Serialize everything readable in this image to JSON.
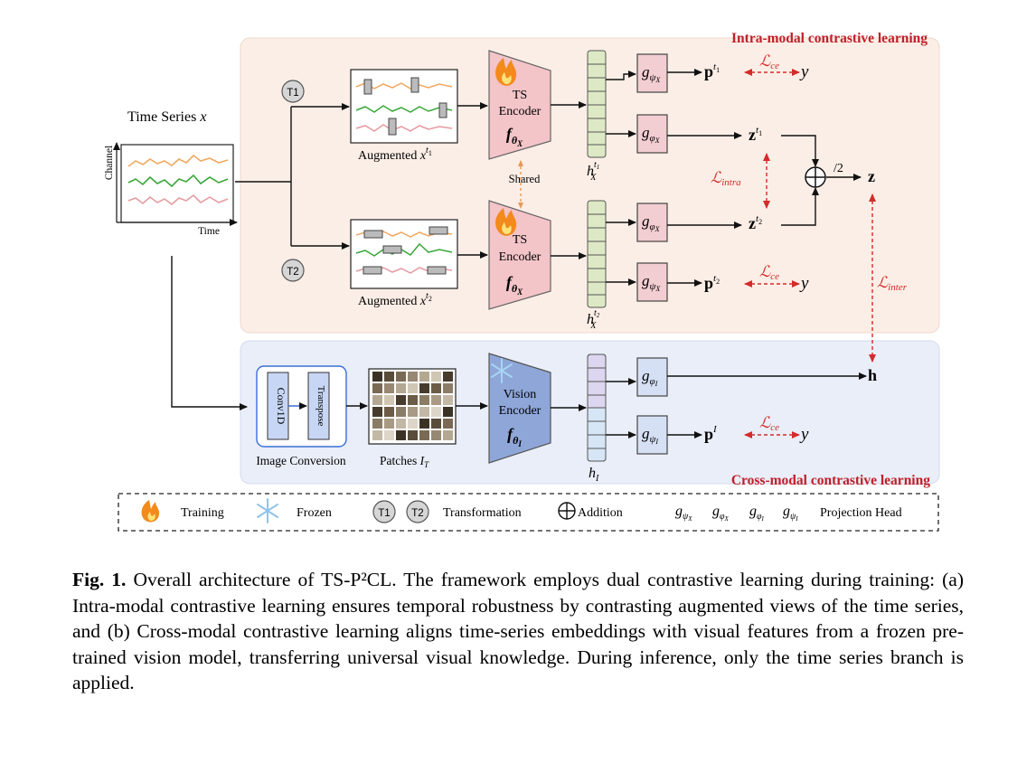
{
  "panels": {
    "intra_title": "Intra-modal contrastive learning",
    "cross_title": "Cross-modal contrastive learning"
  },
  "input": {
    "title": "Time Series x",
    "y_label": "Channel",
    "x_label": "Time"
  },
  "transforms": {
    "t1": "T1",
    "t2": "T2"
  },
  "augmented": {
    "top_label": "Augmented x^t1",
    "bottom_label": "Augmented x^t2"
  },
  "encoders": {
    "ts_line1": "TS",
    "ts_line2": "Encoder",
    "ts_symbol": "fθX",
    "shared": "Shared",
    "vision_line1": "Vision",
    "vision_line2": "Encoder",
    "vision_symbol": "fθI"
  },
  "embeddings": {
    "h_top": "hX^t1",
    "h_bottom": "hX^t2",
    "h_image": "hI"
  },
  "heads": {
    "g_psi_x": "gψX",
    "g_phi_x": "gφX",
    "g_phi_i": "gφI",
    "g_psi_i": "gψI"
  },
  "outputs": {
    "p_t1": "p^t1",
    "z_t1": "z^t1",
    "z_t2": "z^t2",
    "p_t2": "p^t2",
    "z": "z",
    "half": "/2",
    "h": "h",
    "p_i": "p^I",
    "y": "y"
  },
  "losses": {
    "ce": "Lce",
    "intra": "Lintra",
    "inter": "Linter"
  },
  "image_conversion": {
    "conv": "Conv1D",
    "transpose": "Transpose",
    "label": "Image Conversion",
    "patches_label": "Patches IT"
  },
  "legend": {
    "training": "Training",
    "frozen": "Frozen",
    "t1": "T1",
    "t2": "T2",
    "transformation": "Transformation",
    "addition": "Addition",
    "heads": "gψX  gφX  gφI  gψI",
    "projection_head": "Projection Head"
  },
  "caption": {
    "label": "Fig. 1.",
    "text": "Overall architecture of TS-P²CL. The framework employs dual contrastive learning during training: (a) Intra-modal contrastive learning ensures temporal robustness by contrasting augmented views of the time series, and (b) Cross-modal contrastive learning aligns time-series embeddings with visual features from a frozen pre-trained vision model, transferring universal visual knowledge. During inference, only the time series branch is applied."
  },
  "colors": {
    "intra_bg": "#fbeee6",
    "cross_bg": "#e9eef8",
    "loss_red": "#d42b2b",
    "ts_encoder": "#f3c4c8",
    "vision_encoder": "#8ea6d8",
    "emb_green": "#dde9c4",
    "emb_purple": "#ddd6f0",
    "head_pink": "#f2cdd2",
    "head_blue": "#d6e0f5"
  }
}
